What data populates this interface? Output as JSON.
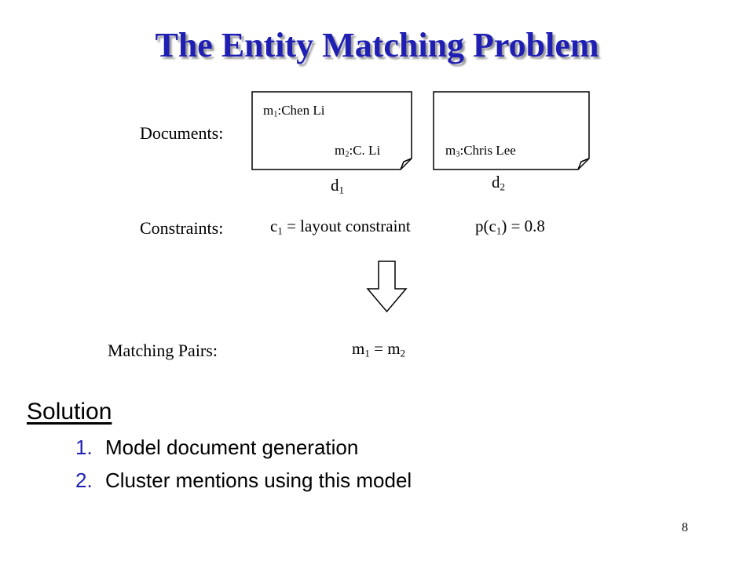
{
  "slide": {
    "title": "The Entity Matching Problem",
    "page_number": "8"
  },
  "documents": {
    "label": "Documents:",
    "d1": {
      "name": "d",
      "name_sub": "1",
      "mention1": {
        "m": "m",
        "sub": "1",
        "text": ":Chen Li"
      },
      "mention2": {
        "m": "m",
        "sub": "2",
        "text": ":C. Li"
      }
    },
    "d2": {
      "name": "d",
      "name_sub": "2",
      "mention3": {
        "m": "m",
        "sub": "3",
        "text": ":Chris Lee"
      }
    }
  },
  "constraints": {
    "label": "Constraints:",
    "c_letter": "c",
    "c_sub": "1",
    "c_rest": " = layout constraint",
    "p_prefix": "p(c",
    "p_sub": "1",
    "p_rest": ") = 0.8"
  },
  "matching": {
    "label": "Matching Pairs:",
    "lhs_m": "m",
    "lhs_sub": "1",
    "eq": " = ",
    "rhs_m": "m",
    "rhs_sub": "2"
  },
  "solution": {
    "heading": "Solution",
    "items": [
      {
        "number": "1.",
        "text": "Model document generation"
      },
      {
        "number": "2.",
        "text": "Cluster mentions using this model"
      }
    ]
  }
}
